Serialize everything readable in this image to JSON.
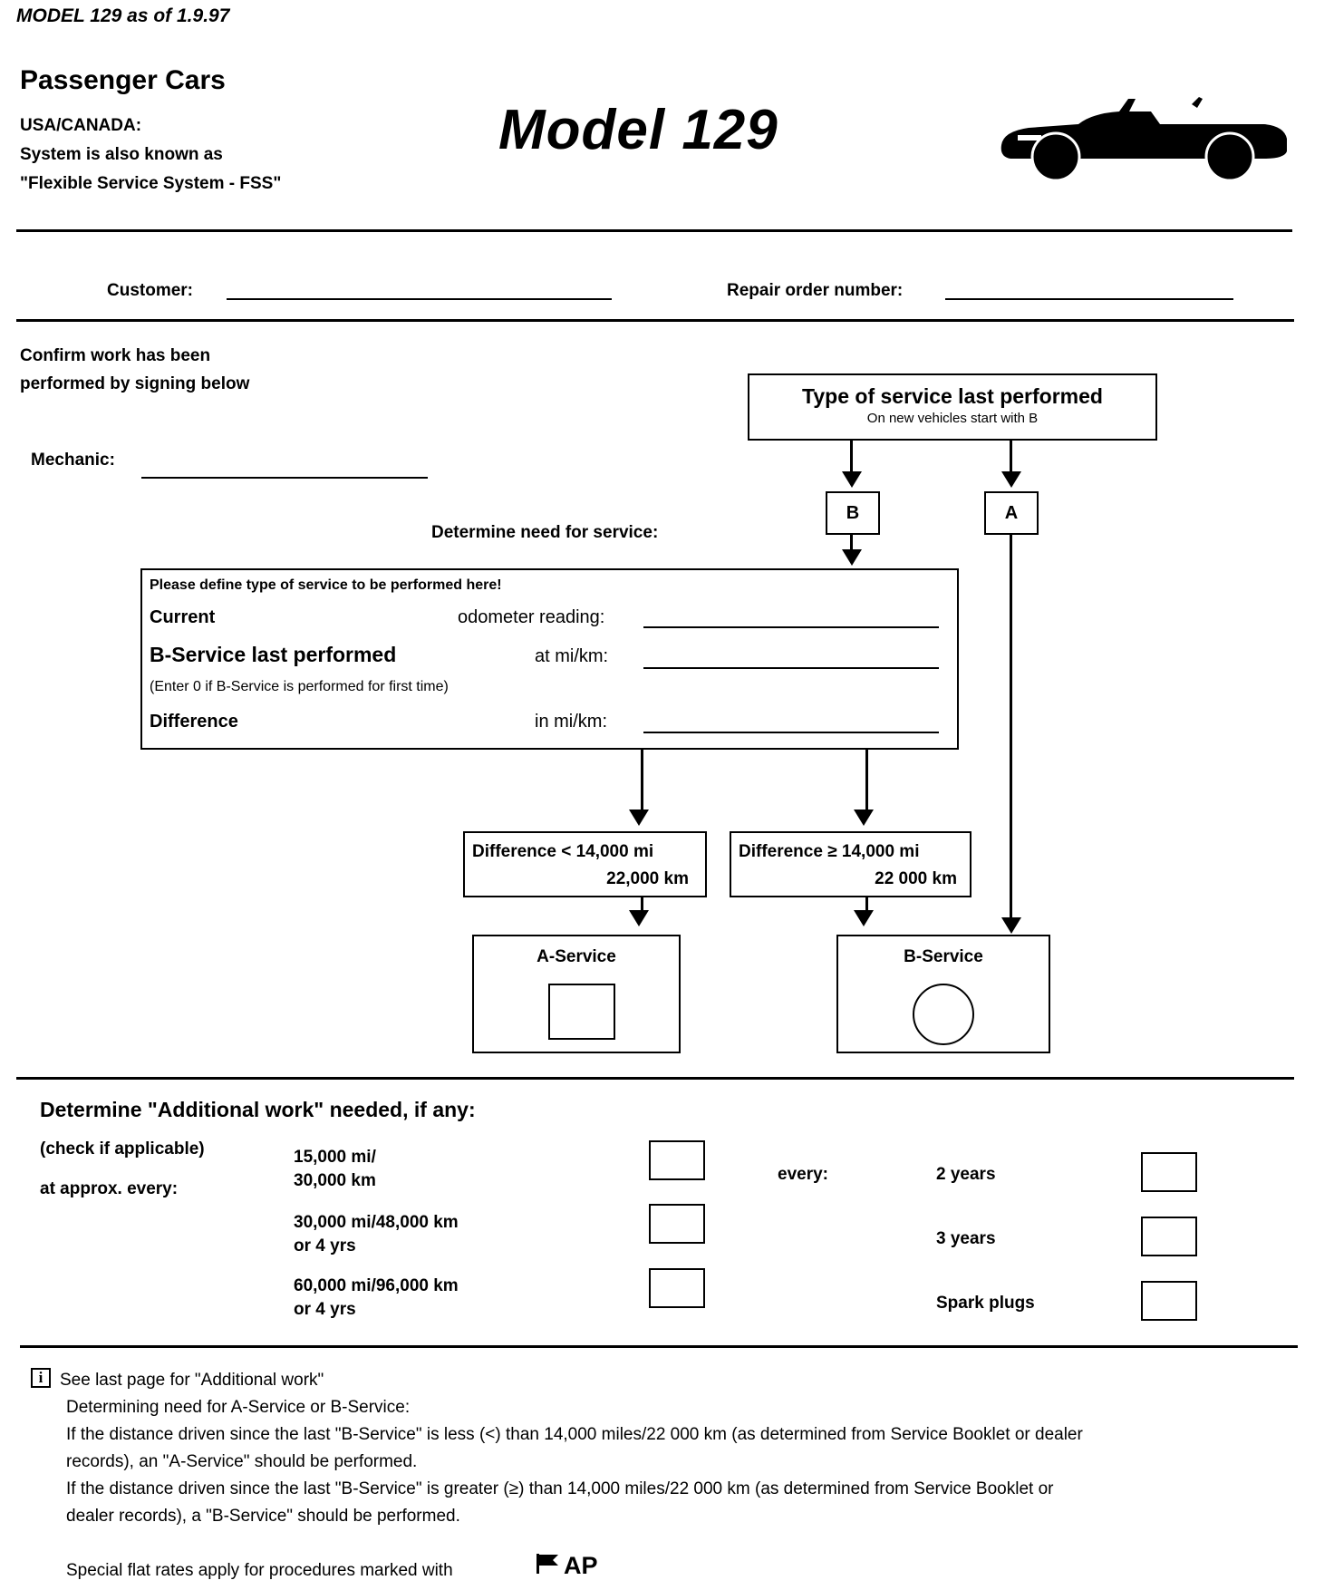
{
  "header": {
    "doc_id": "MODEL 129 as of 1.9.97",
    "category": "Passenger Cars",
    "region": "USA/CANADA:",
    "aka_line1": "System is also known as",
    "aka_line2": "\"Flexible Service System - FSS\"",
    "model_title": "Model 129"
  },
  "form": {
    "customer_label": "Customer:",
    "repair_order_label": "Repair order number:",
    "confirm_line1": "Confirm work has been",
    "confirm_line2": "performed by signing below",
    "mechanic_label": "Mechanic:",
    "determine_label": "Determine need for service:"
  },
  "flow": {
    "type_title": "Type of  service last performed",
    "type_sub": "On new vehicles start with B",
    "b_label": "B",
    "a_label": "A",
    "define_title": "Please define type of service to be performed here!",
    "current_label": "Current",
    "odometer_label": "odometer reading:",
    "b_last_label": "B-Service last performed",
    "at_label": "at mi/km:",
    "enter_note": "(Enter 0 if B-Service is performed for first time)",
    "difference_label": "Difference",
    "in_label": "in mi/km:",
    "diff_less_line1": "Difference < 14,000 mi",
    "diff_less_line2": "22,000 km",
    "diff_ge_line1": "Difference ≥ 14,000 mi",
    "diff_ge_line2": "22 000 km",
    "a_service": "A-Service",
    "b_service": "B-Service"
  },
  "additional": {
    "title": "Determine \"Additional work\" needed, if any:",
    "check_label": "(check if applicable)",
    "approx_label": "at approx. every:",
    "item1_line1": "15,000 mi/",
    "item1_line2": "30,000 km",
    "item2_line1": "30,000 mi/48,000 km",
    "item2_line2": "or 4 yrs",
    "item3_line1": "60,000 mi/96,000 km",
    "item3_line2": "or 4 yrs",
    "every_label": "every:",
    "years2": "2 years",
    "years3": "3 years",
    "spark": "Spark plugs"
  },
  "notes": {
    "info_icon_text": "i",
    "see_last": "See last page for \"Additional work\"",
    "determining": "Determining need for A-Service or B-Service:",
    "rule_a_line1": "If the distance driven since the last \"B-Service\" is less (<) than 14,000 miles/22 000 km (as determined from Service Booklet or dealer",
    "rule_a_line2": "records), an \"A-Service\" should be performed.",
    "rule_b_line1": "If the distance driven since the last \"B-Service\" is greater (≥) than 14,000 miles/22 000 km (as determined from Service Booklet or",
    "rule_b_line2": "dealer records), a \"B-Service\" should be performed.",
    "flat_rate": "Special flat rates apply for procedures marked with",
    "ap_mark": "AP"
  }
}
